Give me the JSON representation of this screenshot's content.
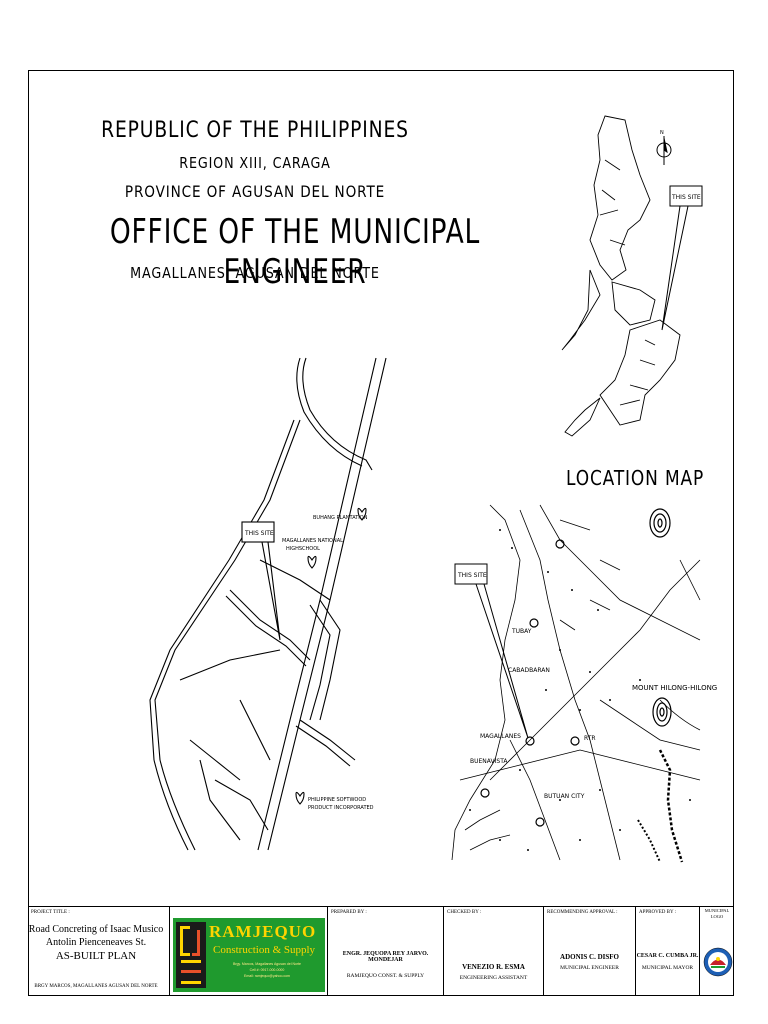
{
  "header": {
    "line1": "REPUBLIC OF THE PHILIPPINES",
    "line2": "REGION XIII, CARAGA",
    "line3": "PROVINCE OF  AGUSAN DEL NORTE",
    "office": "OFFICE OF THE MUNICIPAL ENGINEER",
    "municipality": "MAGALLANES, AGUSAN DEL NORTE"
  },
  "vicinity_map": {
    "site_callout": "THIS SITE",
    "labels": {
      "plantation": "BUHANG PLANTATION",
      "school_1": "MAGALLANES NATIONAL",
      "school_2": "HIGHSCHOOL",
      "softwood_1": "PHILIPPINE SOFTWOOD",
      "softwood_2": "PRODUCT INCORPORATED"
    }
  },
  "philippines_map": {
    "site_callout": "THIS SITE",
    "north_symbol": "N"
  },
  "location_map": {
    "title": "LOCATION MAP",
    "site_callout": "THIS SITE",
    "places": {
      "tubay": "TUBAY",
      "cabadbaran": "CABADBARAN",
      "magallanes": "MAGALLANES",
      "buenavista": "BUENAVISTA",
      "rtr": "RTR",
      "butuan": "BUTUAN CITY",
      "mount": "MOUNT HILONG-HILONG"
    }
  },
  "title_block": {
    "project_title_caption": "PROJECT TITLE :",
    "project_title_1": "Road Concreting of Isaac Musico",
    "project_title_2": "Antolin Pienceneaves St.",
    "project_title_3": "AS-BUILT PLAN",
    "project_location": "BRGY MARCOS, MAGALLANES AGUSAN DEL NORTE",
    "contractor": {
      "name": "RAMJEQUO",
      "subtitle": "Construction & Supply",
      "address": "Brgy. Marcos, Magallanes Agusan del Norte",
      "contact": "Cell #: 0917-000-0000",
      "email": "Email: ramjequo@yahoo.com"
    },
    "prepared_by_caption": "PREPARED BY :",
    "prepared_by_name": "ENGR. JEQUOPA REY JARVO. MONDEJAR",
    "prepared_by_position": "RAMJEQUO CONST. & SUPPLY",
    "checked_by_caption": "CHECKED BY :",
    "checked_by_name": "VENEZIO R. ESMA",
    "checked_by_position": "ENGINEERING ASSISTANT",
    "recommending_caption": "RECOMMENDING APPROVAL :",
    "recommending_name": "ADONIS C. DISFO",
    "recommending_position": "MUNICIPAL ENGINEER",
    "approved_by_caption": "APPROVED BY :",
    "approved_by_name": "CESAR C. CUMBA JR.",
    "approved_by_position": "MUNICIPAL MAYOR",
    "municipal_logo_caption_1": "MUNICIPAL",
    "municipal_logo_caption_2": "LOGO"
  },
  "colors": {
    "logo_green": "#1f9a2e",
    "logo_yellow": "#ffd400",
    "seal_blue": "#1d5fb5",
    "seal_red": "#c8202a"
  }
}
